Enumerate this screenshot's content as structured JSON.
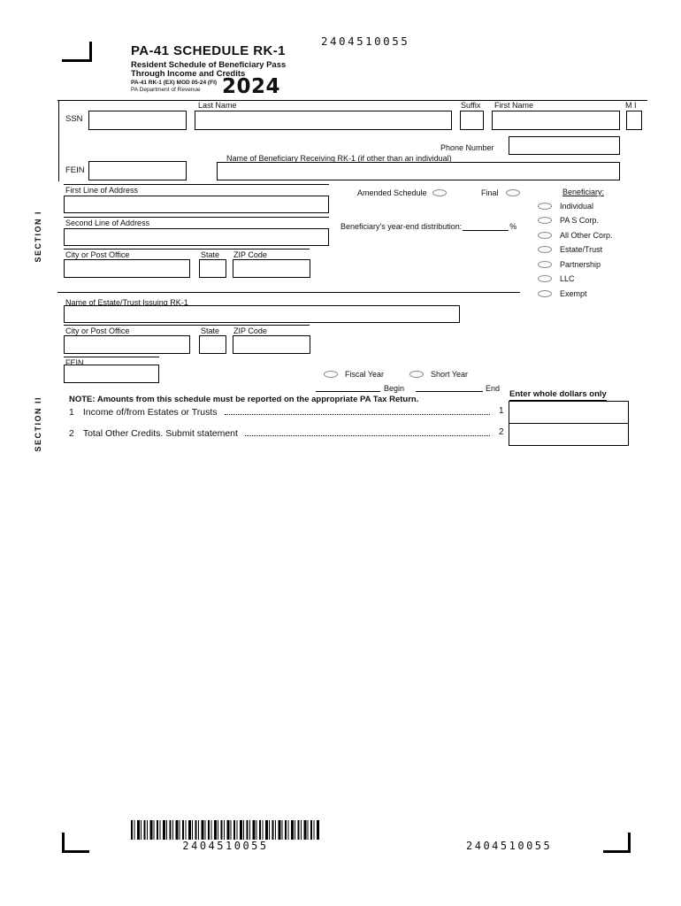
{
  "header": {
    "code": "2404510055",
    "title": "PA-41 SCHEDULE RK-1",
    "subtitle1": "Resident Schedule of Beneficiary Pass",
    "subtitle2": "Through Income and Credits",
    "form_version": "PA-41 RK-1 (EX) MOD 05-24 (FI)",
    "department": "PA Department of Revenue",
    "year": "2024"
  },
  "section1": {
    "label": "SECTION I",
    "fields": {
      "ssn": "SSN",
      "last_name": "Last Name",
      "suffix": "Suffix",
      "first_name": "First Name",
      "mi": "M I",
      "phone": "Phone Number",
      "beneficiary_name": "Name of Beneficiary Receiving RK-1 (if other than an individual)",
      "fein": "FEIN",
      "address1": "First Line of Address",
      "address2": "Second Line of Address",
      "city": "City or Post Office",
      "state": "State",
      "zip": "ZIP Code",
      "estate_name": "Name of Estate/Trust Issuing RK-1"
    },
    "amended_label": "Amended Schedule",
    "final_label": "Final",
    "beneficiary_heading": "Beneficiary:",
    "distribution_label": "Beneficiary's year-end distribution:",
    "distribution_suffix": "%",
    "beneficiary_types": [
      "Individual",
      "PA S Corp.",
      "All Other Corp.",
      "Estate/Trust",
      "Partnership",
      "LLC",
      "Exempt"
    ],
    "fiscal_year_label": "Fiscal Year",
    "short_year_label": "Short Year",
    "begin_label": "Begin",
    "end_label": "End"
  },
  "section2": {
    "label": "SECTION II",
    "note": "NOTE: Amounts from this schedule must be reported on the appropriate PA Tax Return.",
    "whole_dollars": "Enter whole dollars only",
    "lines": [
      {
        "num": "1",
        "label": "Income of/from Estates or Trusts"
      },
      {
        "num": "2",
        "label": "Total Other Credits. Submit statement"
      }
    ]
  },
  "footer": {
    "barcode_number": "2404510055",
    "right_number": "2404510055"
  }
}
